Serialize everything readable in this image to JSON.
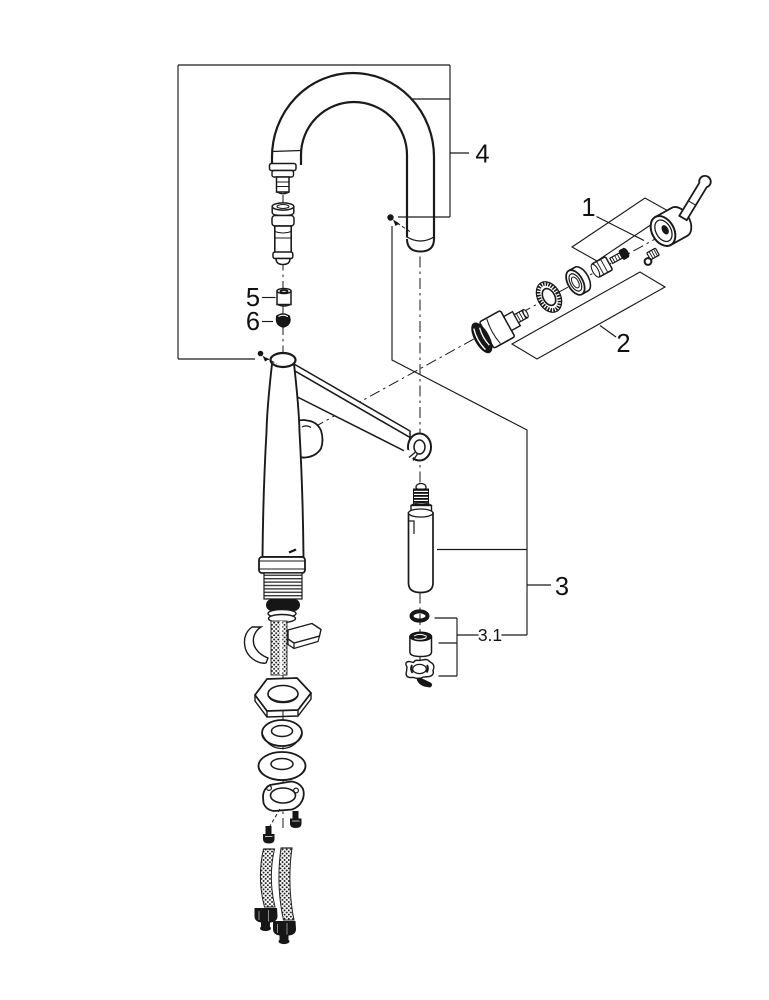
{
  "figure": {
    "kind": "exploded-parts-diagram",
    "subject": "single-lever kitchen faucet with pull-out spray",
    "colors": {
      "background": "#ffffff",
      "line": "#1a1a1a",
      "dark_fill": "#161616"
    }
  },
  "callouts": {
    "c1": {
      "label": "1"
    },
    "c2": {
      "label": "2"
    },
    "c3": {
      "label": "3"
    },
    "c31": {
      "label": "3.1"
    },
    "c4": {
      "label": "4"
    },
    "c5": {
      "label": "5"
    },
    "c6": {
      "label": "6"
    }
  }
}
